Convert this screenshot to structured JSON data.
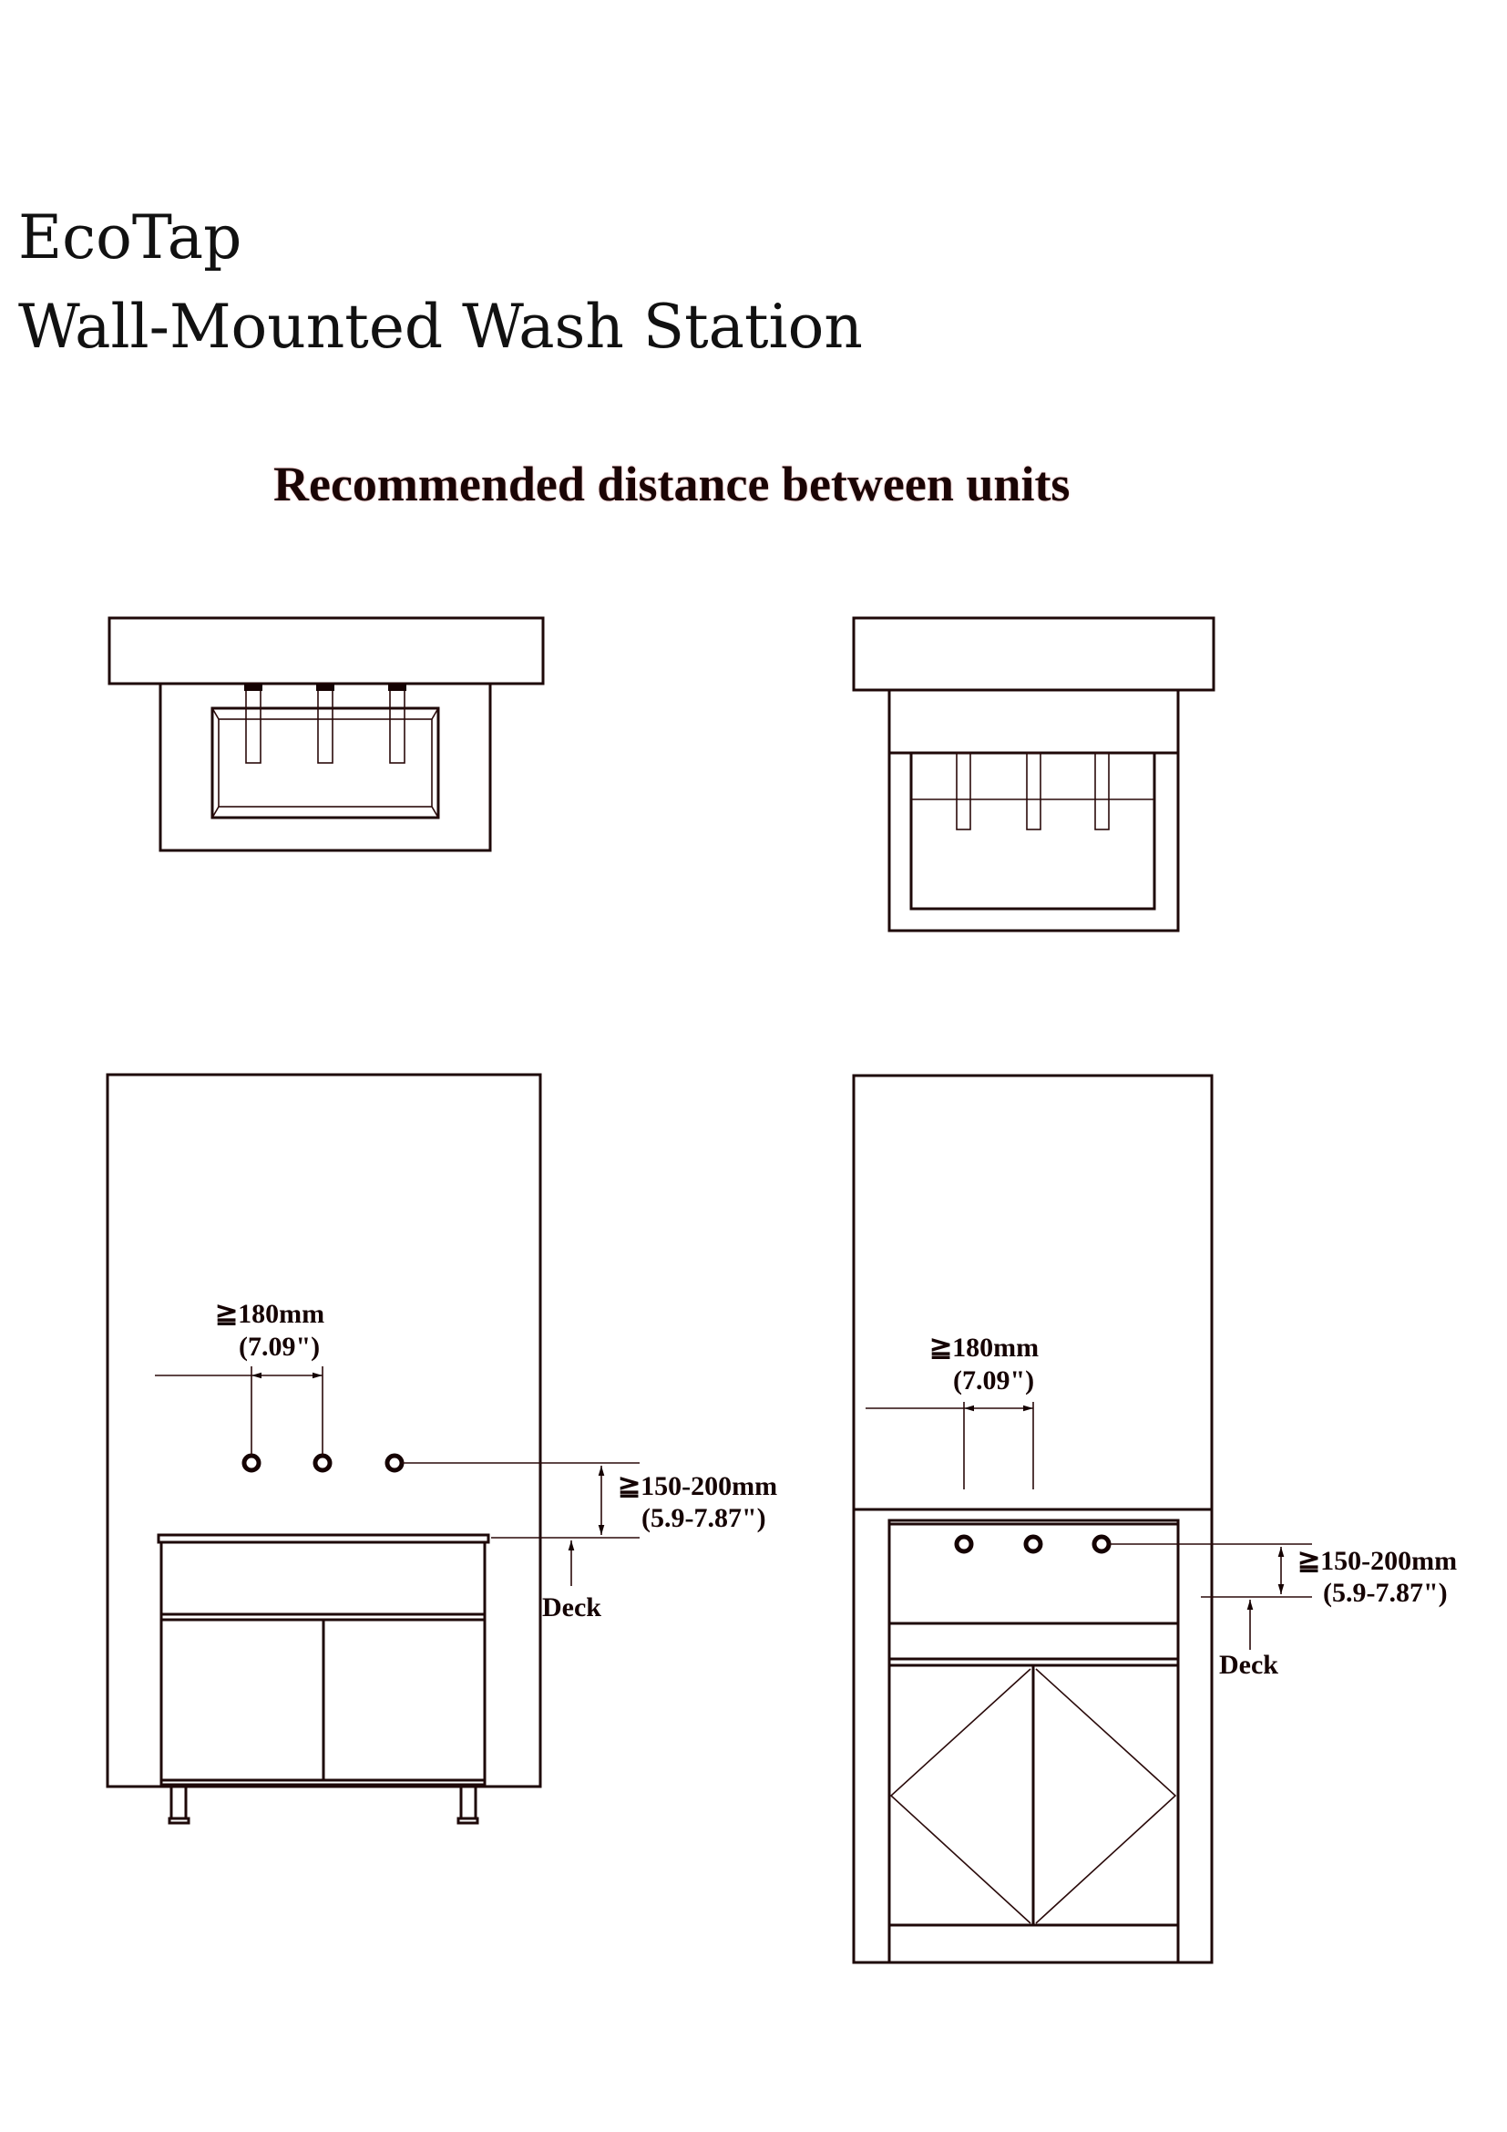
{
  "header": {
    "brand": "EcoTap",
    "product": "Wall-Mounted Wash Station"
  },
  "section_heading": "Recommended distance between units",
  "left_elevation": {
    "tap_spacing_label": "≧180mm",
    "tap_spacing_imperial": "(7.09\")",
    "tap_height_label": "≧150-200mm",
    "tap_height_imperial": "(5.9-7.87\")",
    "deck_label": "Deck"
  },
  "right_elevation": {
    "tap_spacing_label": "≧180mm",
    "tap_spacing_imperial": "(7.09\")",
    "tap_height_label": "≧150-200mm",
    "tap_height_imperial": "(5.9-7.87\")",
    "deck_label": "Deck"
  },
  "colors": {
    "line": "#1e0808",
    "text": "#150303"
  }
}
